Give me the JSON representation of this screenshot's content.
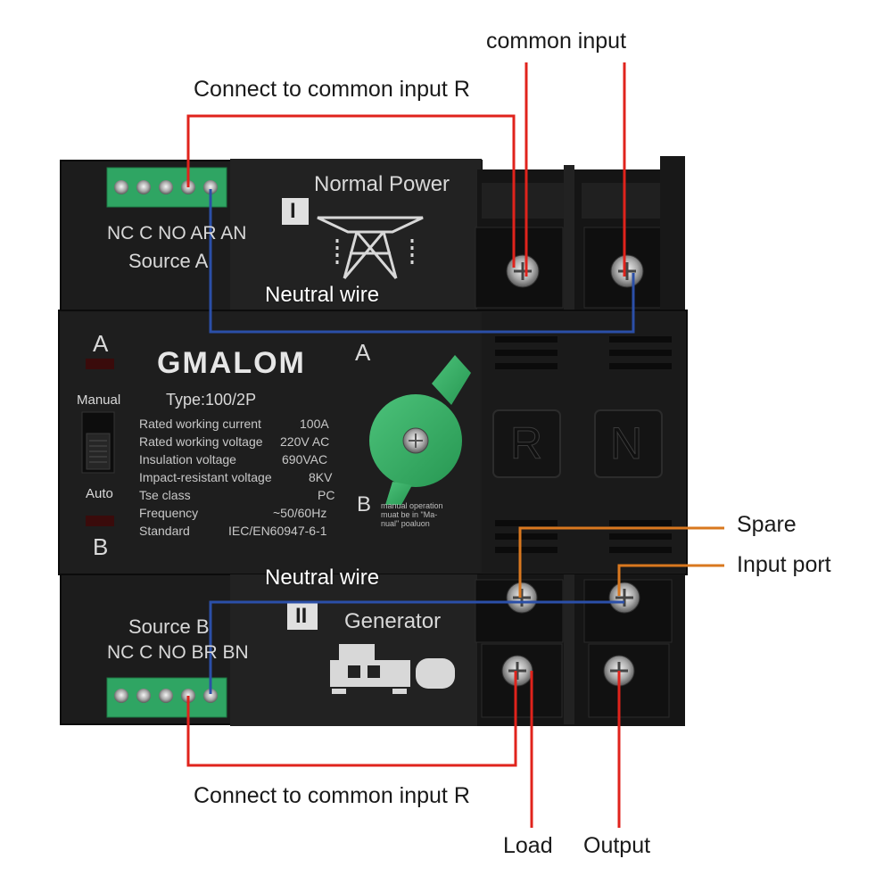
{
  "annotations": {
    "common_input": "common input",
    "connect_top": "Connect to common input R",
    "connect_bottom": "Connect to common input R",
    "neutral_top": "Neutral wire",
    "neutral_bottom": "Neutral wire",
    "spare": "Spare",
    "input_port": "Input port",
    "load": "Load",
    "output": "Output"
  },
  "device": {
    "brand": "GMALOM",
    "type": "Type:100/2P",
    "mode_manual": "Manual",
    "mode_auto": "Auto",
    "indicator_a": "A",
    "indicator_b": "B",
    "handle_a": "A",
    "handle_b": "B",
    "manual_note": "manual operation muat be in \"Ma- nual\" poaluon",
    "terminal_r": "R",
    "terminal_n": "N",
    "top_module": {
      "roman": "I",
      "label": "Normal Power",
      "pins": "NC C NO AR AN",
      "source": "Source A"
    },
    "bottom_module": {
      "roman": "II",
      "label": "Generator",
      "pins": "NC C NO BR BN",
      "source": "Source B"
    },
    "specs": [
      {
        "label": "Rated working current",
        "value": "100A"
      },
      {
        "label": "Rated working voltage",
        "value": "220V AC"
      },
      {
        "label": "Insulation voltage",
        "value": "690VAC"
      },
      {
        "label": "Impact-resistant voltage",
        "value": "8KV"
      },
      {
        "label": "Tse class",
        "value": "PC"
      },
      {
        "label": "Frequency",
        "value": "~50/60Hz"
      },
      {
        "label": "Standard",
        "value": "IEC/EN60947-6-1"
      }
    ]
  },
  "colors": {
    "housing": "#1b1b1b",
    "housing_dark": "#101010",
    "terminal_green": "#2fa563",
    "handle_green": "#3cb26b",
    "wire_red": "#e0231c",
    "wire_blue": "#2b4fa8",
    "wire_orange": "#d9781f"
  }
}
